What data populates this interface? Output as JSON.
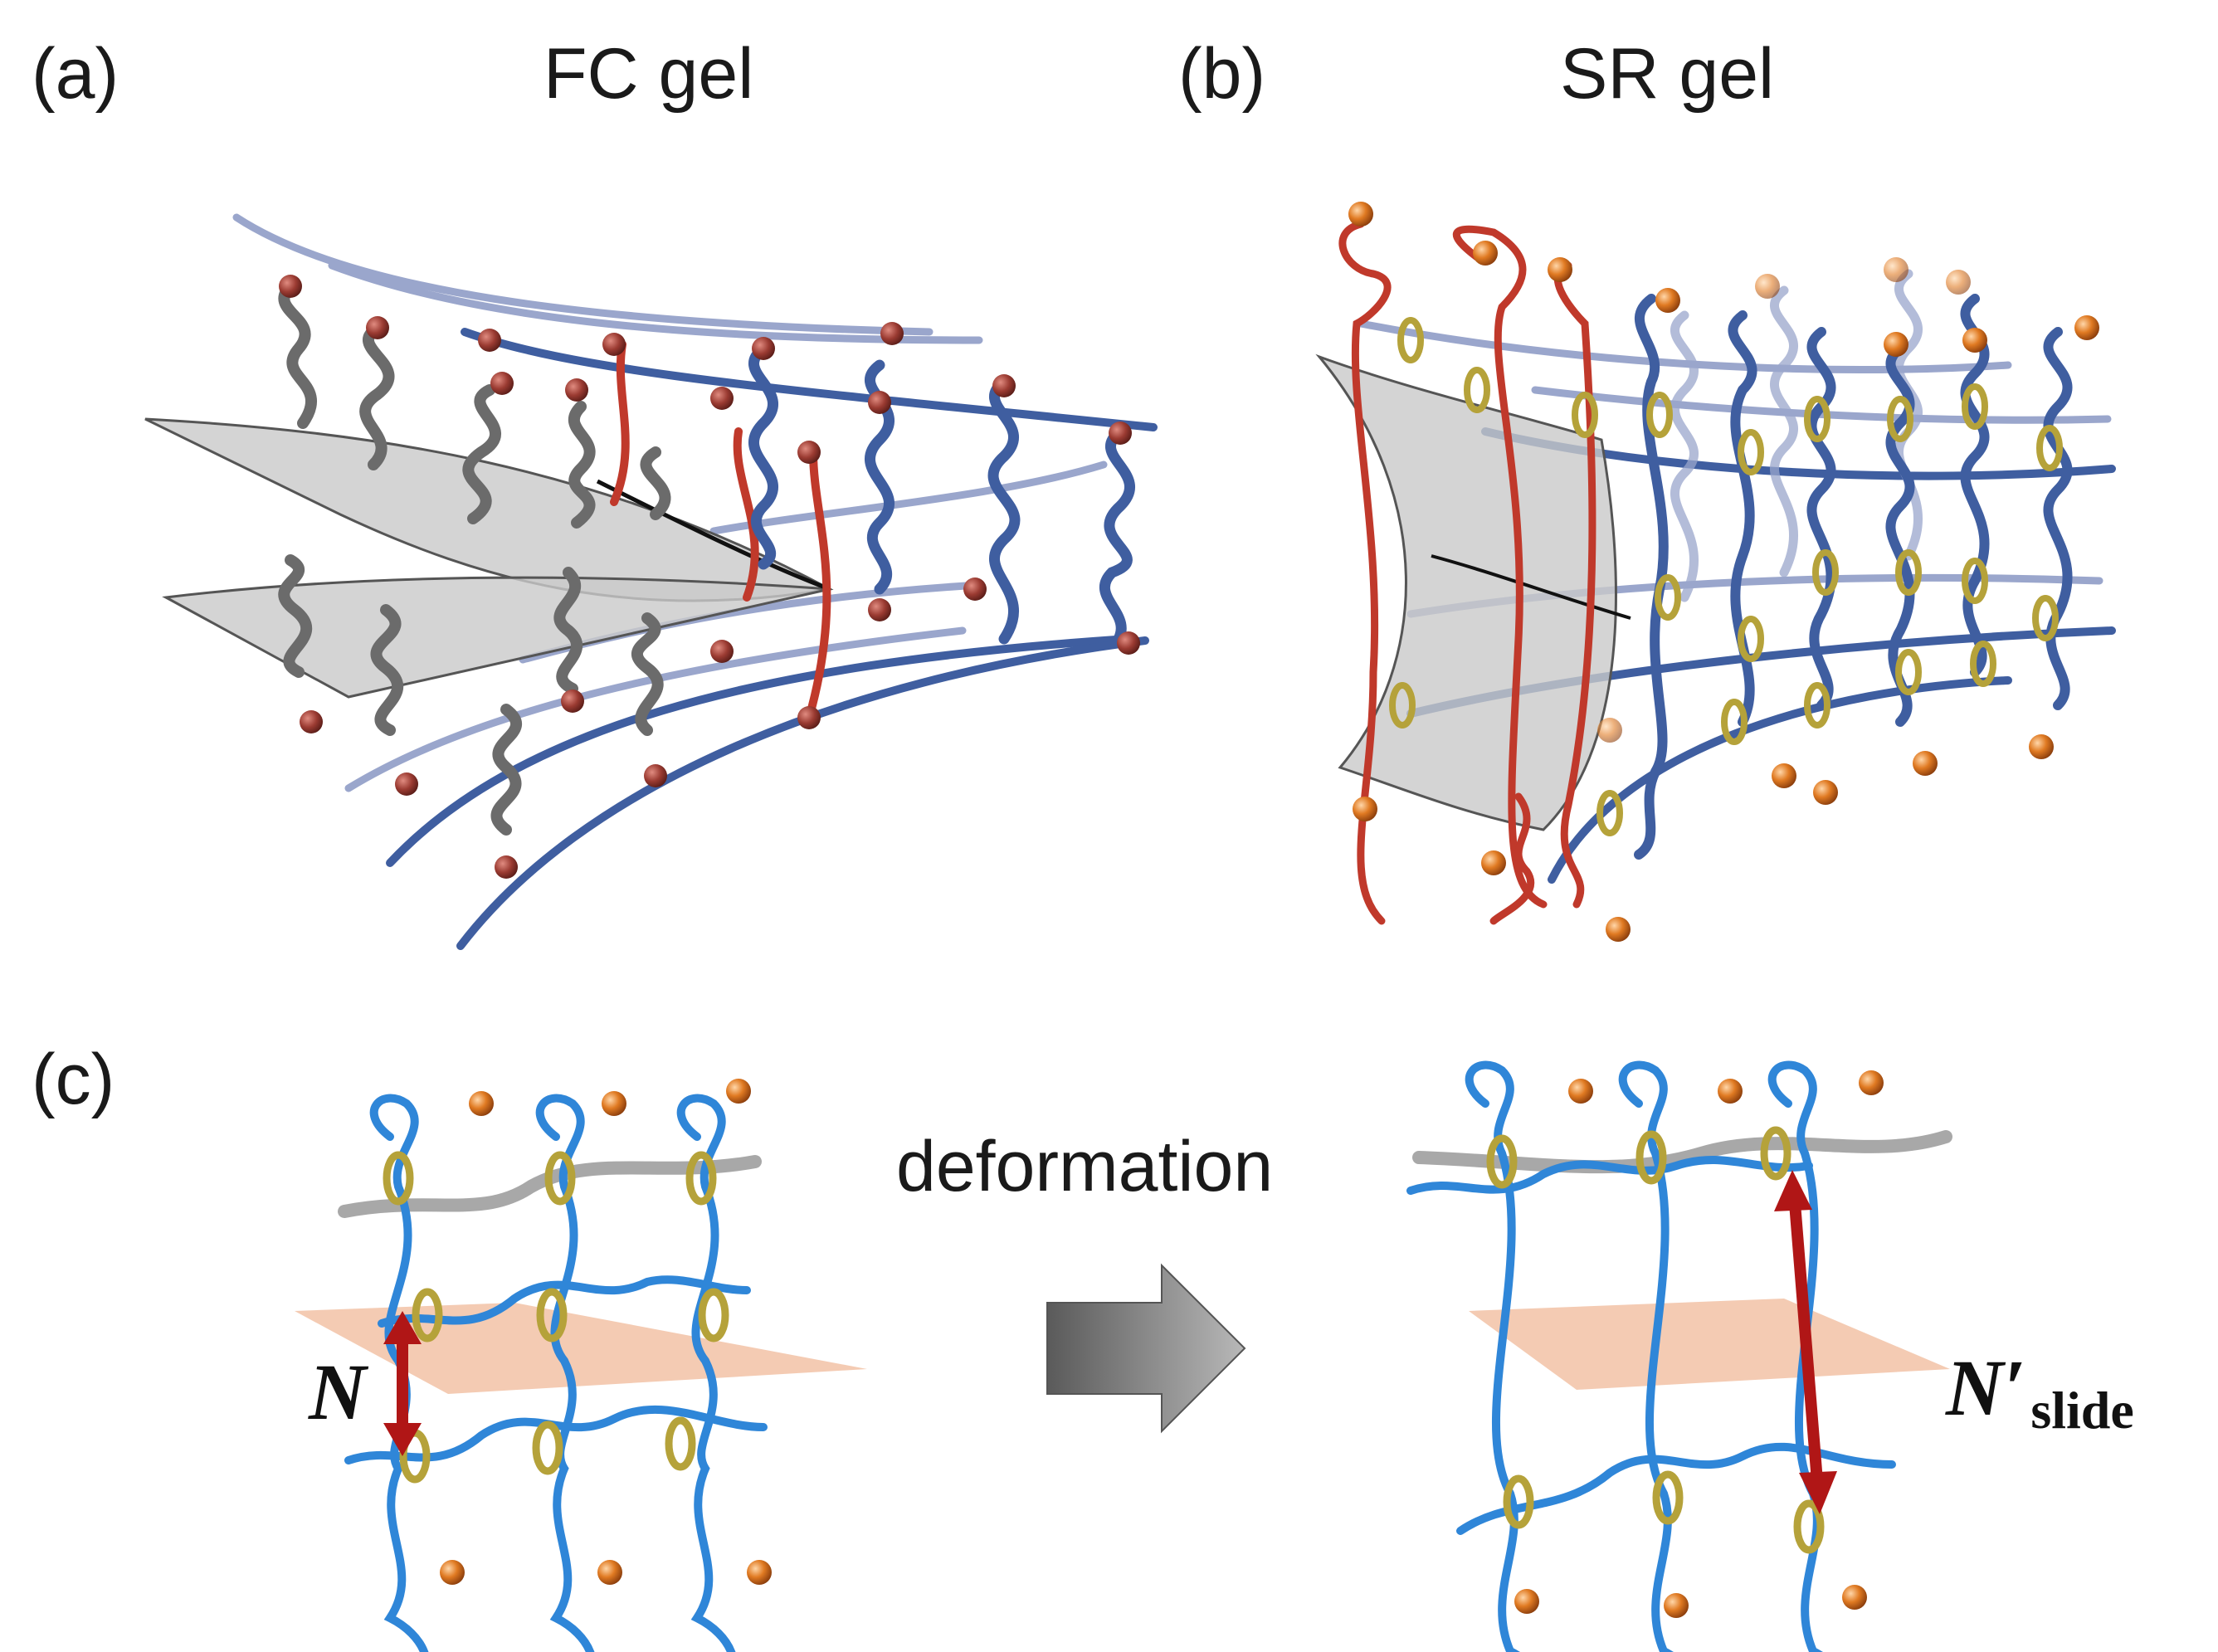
{
  "panels": {
    "a": {
      "letter": "(a)",
      "title": "FC gel"
    },
    "b": {
      "letter": "(b)",
      "title": "SR gel"
    },
    "c": {
      "letter": "(c)",
      "process_label": "deformation",
      "N_label": "N",
      "N_slide_label": "N′",
      "N_slide_sub": "slide"
    }
  },
  "colors": {
    "backbone_dark": "#3f5ea0",
    "backbone_light": "#9aa6cc",
    "chain_blue": "#2f86d8",
    "chain_red": "#c0392b",
    "chain_grey": "#6b6b6b",
    "crosslink_fixed": "#9b3b32",
    "end_cap": "#d9731f",
    "slide_ring": "#b5a23a",
    "crack_plane": "#c9c9c9",
    "cut_plane": "#f0b99a",
    "arrow_red": "#b01616",
    "arrow_grey": "#7a7a7a"
  },
  "icons": [
    "fixed-crosslink-icon",
    "sliding-ring-icon",
    "end-cap-icon",
    "process-arrow-icon"
  ]
}
